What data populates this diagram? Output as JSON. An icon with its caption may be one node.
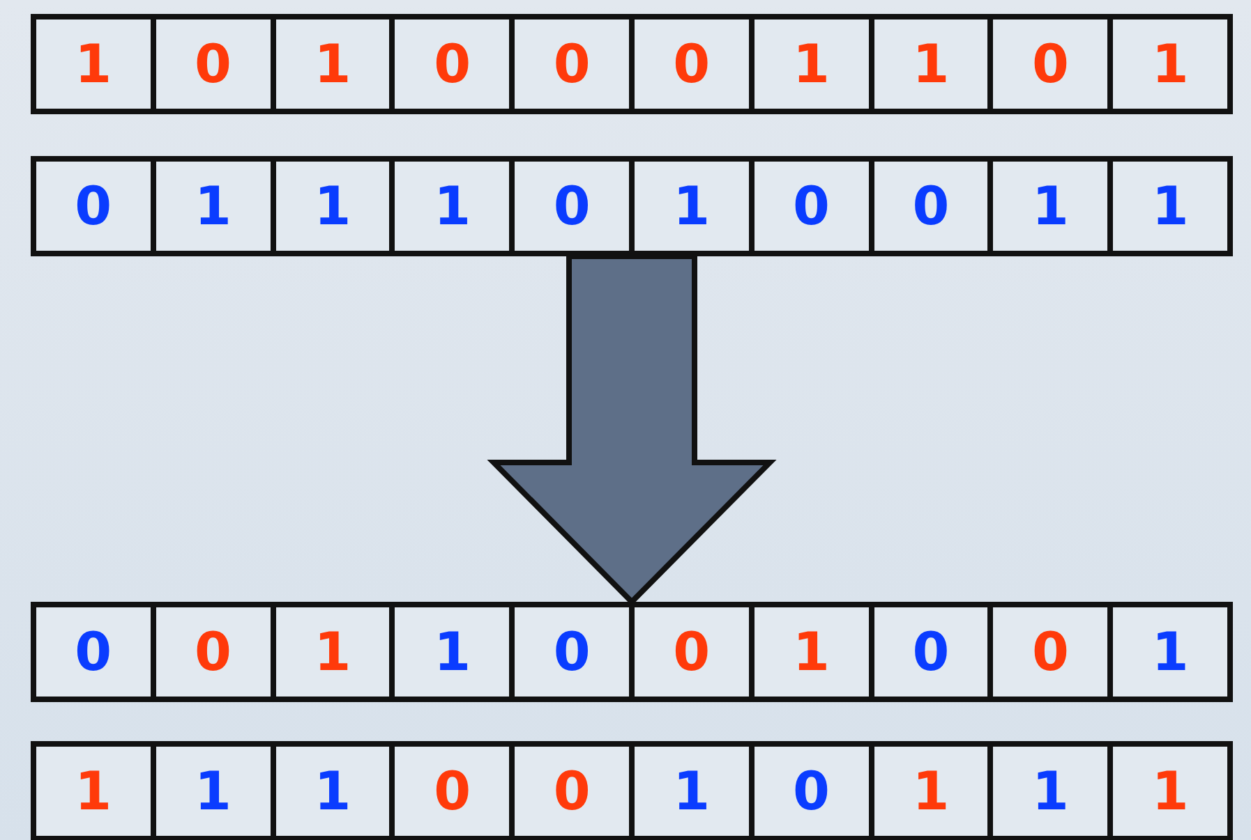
{
  "diagram": {
    "nodes": [
      {
        "text": [],
        "shape": "box"
      },
      {
        "text": [
          "1"
        ],
        "in": 0
      },
      {
        "text": [
          "0"
        ],
        "in": 0
      },
      {
        "text": [
          "1"
        ],
        "in": 0
      },
      {
        "text": [
          "0"
        ],
        "in": 0
      },
      {
        "text": [
          "0"
        ],
        "in": 0
      },
      {
        "text": [
          "0"
        ],
        "in": 0
      },
      {
        "text": [
          "1"
        ],
        "in": 0
      },
      {
        "text": [
          "1"
        ],
        "in": 0
      },
      {
        "text": [
          "0"
        ],
        "in": 0
      },
      {
        "text": [
          "1"
        ],
        "in": 0
      },
      {
        "text": [],
        "shape": "box"
      },
      {
        "text": [
          "0"
        ],
        "in": 11
      },
      {
        "text": [
          "1"
        ],
        "in": 11
      },
      {
        "text": [
          "1"
        ],
        "in": 11
      },
      {
        "text": [
          "1"
        ],
        "in": 11
      },
      {
        "text": [
          "0"
        ],
        "in": 11
      },
      {
        "text": [
          "1"
        ],
        "in": 11
      },
      {
        "text": [
          "0"
        ],
        "in": 11
      },
      {
        "text": [
          "0"
        ],
        "in": 11
      },
      {
        "text": [
          "1"
        ],
        "in": 11
      },
      {
        "text": [
          "1"
        ],
        "in": 11
      },
      {
        "text": [],
        "shape": "box"
      },
      {
        "text": [
          "0"
        ],
        "in": 22
      },
      {
        "text": [
          "0"
        ],
        "in": 22
      },
      {
        "text": [
          "1"
        ],
        "in": 22
      },
      {
        "text": [
          "1"
        ],
        "in": 22
      },
      {
        "text": [
          "0"
        ],
        "in": 22
      },
      {
        "text": [
          "0"
        ],
        "in": 22
      },
      {
        "text": [
          "1"
        ],
        "in": 22
      },
      {
        "text": [
          "0"
        ],
        "in": 22
      },
      {
        "text": [
          "0"
        ],
        "in": 22
      },
      {
        "text": [
          "1"
        ],
        "in": 22
      },
      {
        "text": [],
        "shape": "box"
      },
      {
        "text": [
          "1"
        ],
        "in": 33
      },
      {
        "text": [
          "1"
        ],
        "in": 33
      },
      {
        "text": [
          "1"
        ],
        "in": 33
      },
      {
        "text": [
          "0"
        ],
        "in": 33
      },
      {
        "text": [
          "0"
        ],
        "in": 33
      },
      {
        "text": [
          "1"
        ],
        "in": 33
      },
      {
        "text": [
          "0"
        ],
        "in": 33
      },
      {
        "text": [
          "1"
        ],
        "in": 33
      },
      {
        "text": [
          "1"
        ],
        "in": 33
      },
      {
        "text": [
          "1"
        ],
        "in": 33
      }
    ],
    "edges": [
      {
        "from": 11,
        "to": 22,
        "arrow": "to",
        "style": "thick"
      }
    ]
  }
}
